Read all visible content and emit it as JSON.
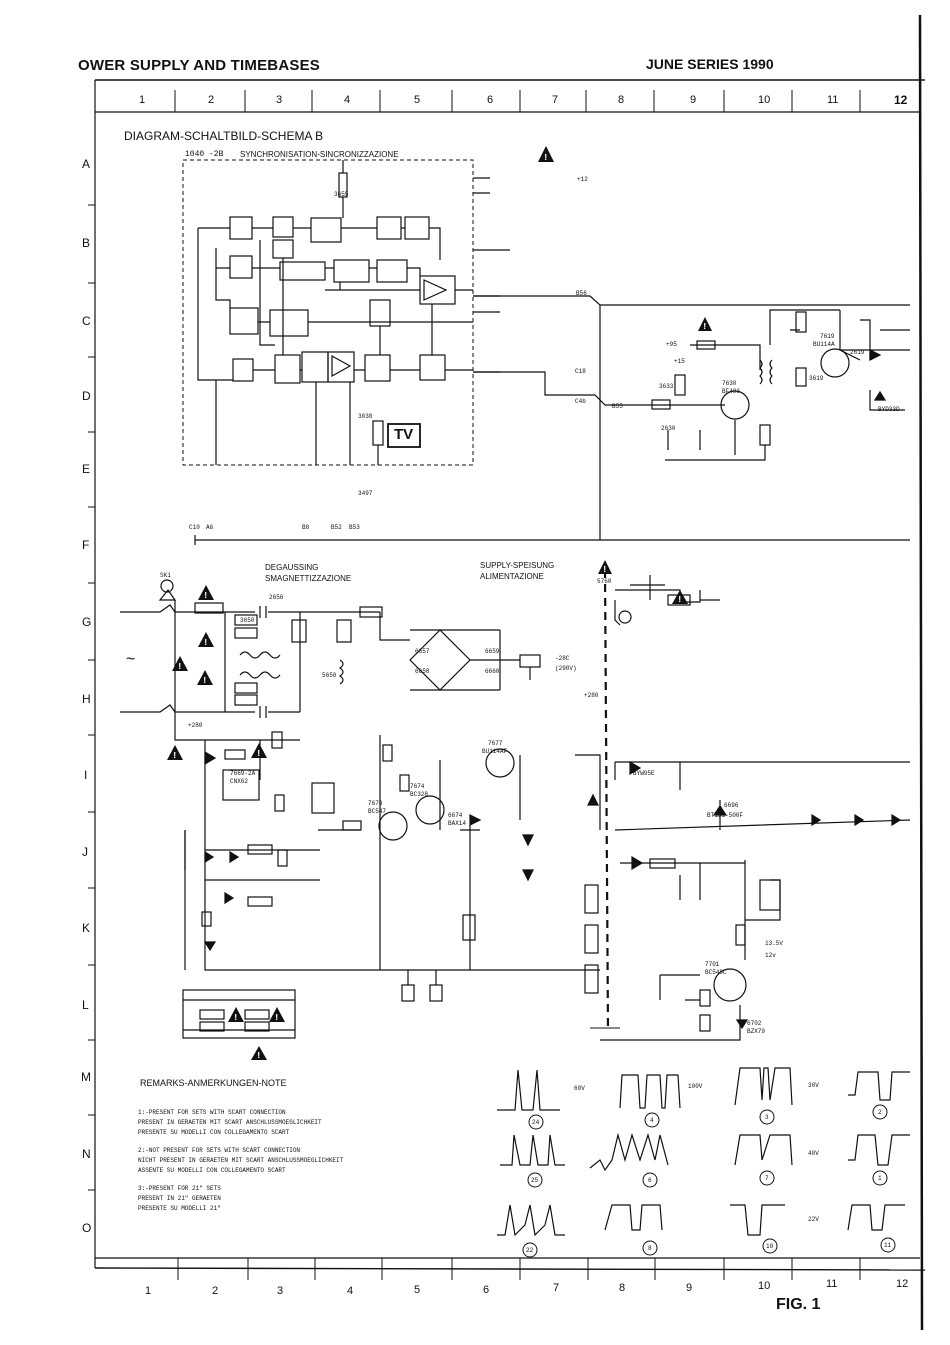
{
  "page": {
    "header_title": "OWER SUPPLY AND TIMEBASES",
    "series": "JUNE SERIES 1990",
    "diagram_title": "DIAGRAM-SCHALTBILD-SCHEMA B",
    "fig_label": "FIG. 1"
  },
  "grid": {
    "columns": [
      "1",
      "2",
      "3",
      "4",
      "5",
      "6",
      "7",
      "8",
      "9",
      "10",
      "11",
      "12"
    ],
    "rows": [
      "A",
      "B",
      "C",
      "D",
      "E",
      "F",
      "G",
      "H",
      "I",
      "J",
      "K",
      "L",
      "M",
      "N",
      "O"
    ]
  },
  "sections": {
    "sync_code": "1040 -2B",
    "sync_title": "SYNCHRONISATION-SINCRONIZZAZIONE",
    "degauss_title_1": "DEGAUSSING",
    "degauss_title_2": "SMAGNETTIZZAZIONE",
    "supply_title_1": "SUPPLY-SPEISUNG",
    "supply_title_2": "ALIMENTAZIONE",
    "tv_label": "TV"
  },
  "remarks": {
    "title": "REMARKS-ANMERKUNGEN-NOTE",
    "lines": [
      "1:-PRESENT FOR SETS WITH SCART CONNECTION",
      "   PRESENT IN GERAETEN MIT SCART ANSCHLUSSMOEGLICHKEIT",
      "   PRESENTE SU MODELLI CON COLLEGAMENTO SCART",
      "2:-NOT PRESENT FOR SETS WITH SCART CONNECTION",
      "   NICHT PRESENT IN GERAETEN MIT SCART ANSCHLUSSMOEGLICHKEIT",
      "   ASSENTE SU MODELLI CON COLLEGAMENTO SCART",
      "3:-PRESENT FOR 21\" SETS",
      "   PRESENT IN 21\" GERAETEN",
      "   PRESENTE SU MODELLI 21\""
    ]
  },
  "component_labels": [
    {
      "id": "3655",
      "t": "3655"
    },
    {
      "id": "3633",
      "t": "3633"
    },
    {
      "id": "2630",
      "t": "2630"
    },
    {
      "id": "7630",
      "t": "7630"
    },
    {
      "id": "bf483",
      "t": "BF483"
    },
    {
      "id": "3619",
      "t": "3619"
    },
    {
      "id": "7619",
      "t": "7619"
    },
    {
      "id": "bu114",
      "t": "BU114A"
    },
    {
      "id": "2619",
      "t": "2619"
    },
    {
      "id": "byd",
      "t": "BYD33D"
    },
    {
      "id": "3038",
      "t": "3038"
    },
    {
      "id": "3497",
      "t": "3497"
    },
    {
      "id": "2656",
      "t": "2656"
    },
    {
      "id": "3650",
      "t": "3650"
    },
    {
      "id": "5650",
      "t": "5650"
    },
    {
      "id": "6657",
      "t": "6657"
    },
    {
      "id": "6658",
      "t": "6658"
    },
    {
      "id": "6659",
      "t": "6659"
    },
    {
      "id": "6660",
      "t": "6660"
    },
    {
      "id": "n250",
      "t": "-28C"
    },
    {
      "id": "n290",
      "t": "(290V)"
    },
    {
      "id": "b250",
      "t": "+280"
    },
    {
      "id": "5760",
      "t": "5760"
    },
    {
      "id": "byw",
      "t": "BYW95E"
    },
    {
      "id": "7677",
      "t": "7677"
    },
    {
      "id": "bu11",
      "t": "BU114AF"
    },
    {
      "id": "7673",
      "t": "7673"
    },
    {
      "id": "bc547",
      "t": "BC547"
    },
    {
      "id": "7674",
      "t": "7674"
    },
    {
      "id": "bc328",
      "t": "BC328"
    },
    {
      "id": "6674",
      "t": "6674"
    },
    {
      "id": "bax14",
      "t": "BAX14"
    },
    {
      "id": "7669",
      "t": "7669-2A"
    },
    {
      "id": "cnx62",
      "t": "CNX62"
    },
    {
      "id": "6696",
      "t": "6696"
    },
    {
      "id": "bt151",
      "t": "BT151-500F"
    },
    {
      "id": "7701",
      "t": "7701"
    },
    {
      "id": "bc548",
      "t": "BC548C"
    },
    {
      "id": "6702",
      "t": "6702"
    },
    {
      "id": "bzx79",
      "t": "BZX79"
    },
    {
      "id": "c12v",
      "t": "12v"
    },
    {
      "id": "c13v",
      "t": "13.5V"
    },
    {
      "id": "b8",
      "t": "B8"
    },
    {
      "id": "b52",
      "t": "B52"
    },
    {
      "id": "b53",
      "t": "B53"
    },
    {
      "id": "c10",
      "t": "C10"
    },
    {
      "id": "a6",
      "t": "A6"
    },
    {
      "id": "c18",
      "t": "C18"
    },
    {
      "id": "c4b",
      "t": "C4b"
    },
    {
      "id": "b55",
      "t": "B55"
    },
    {
      "id": "b56",
      "t": "B56"
    },
    {
      "id": "p15",
      "t": "+15"
    },
    {
      "id": "p95",
      "t": "+95"
    },
    {
      "id": "p12",
      "t": "+12"
    },
    {
      "id": "ac",
      "t": "~"
    },
    {
      "id": "sk1",
      "t": "SK1"
    },
    {
      "id": "p280b",
      "t": "+280"
    }
  ],
  "scope_readings": [
    {
      "id": "w1",
      "v": "60V",
      "n": "24"
    },
    {
      "id": "w2",
      "v": "100V",
      "n": "4"
    },
    {
      "id": "w3",
      "v": "30V",
      "n": "3"
    },
    {
      "id": "w4",
      "v": "",
      "n": "2"
    },
    {
      "id": "w5",
      "v": "",
      "n": "25"
    },
    {
      "id": "w6",
      "v": "",
      "n": "6"
    },
    {
      "id": "w7",
      "v": "40V",
      "n": "7"
    },
    {
      "id": "w8",
      "v": "",
      "n": "1"
    },
    {
      "id": "w9",
      "v": "",
      "n": "22"
    },
    {
      "id": "w10",
      "v": "",
      "n": "8"
    },
    {
      "id": "w11",
      "v": "22V",
      "n": "10"
    },
    {
      "id": "w12",
      "v": "",
      "n": "11"
    }
  ]
}
